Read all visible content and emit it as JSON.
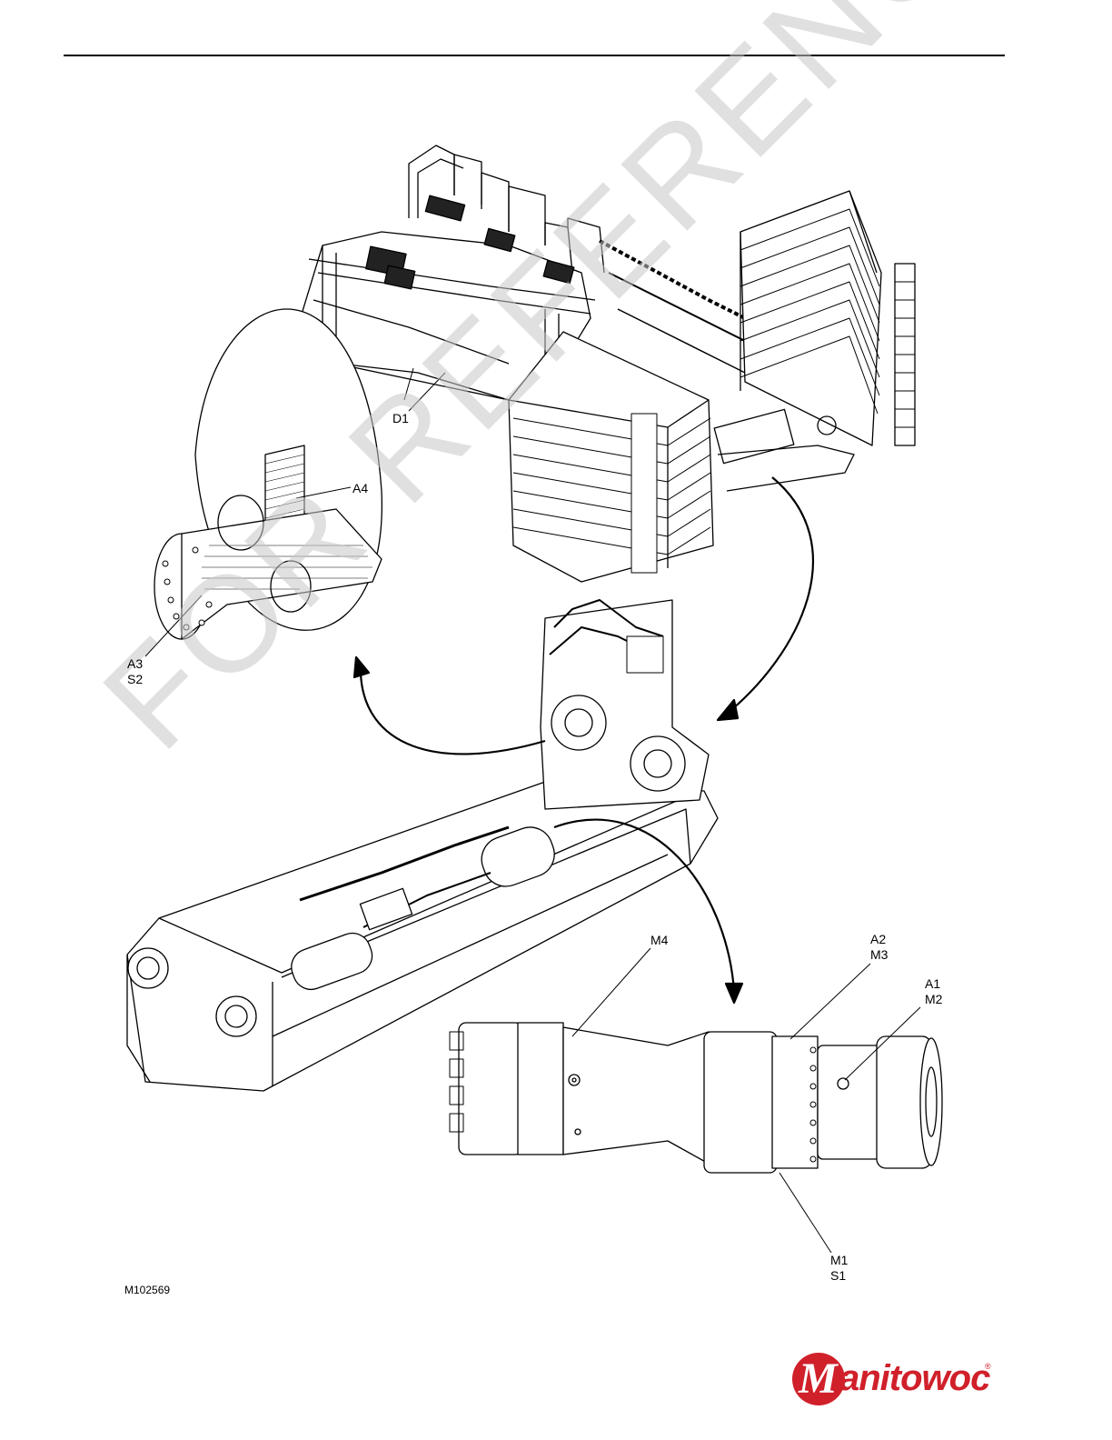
{
  "callouts": {
    "d1": "D1",
    "a4": "A4",
    "a3_s2": "A3\nS2",
    "m4": "M4",
    "a2_m3": "A2\nM3",
    "a1_m2": "A1\nM2",
    "m1_s1": "M1\nS1"
  },
  "figure_id": "M102569",
  "watermark": "FOR REFERENCE ONLY",
  "logo": {
    "initial": "M",
    "word": "anitowoc",
    "reg": "®",
    "color": "#d0202a"
  }
}
